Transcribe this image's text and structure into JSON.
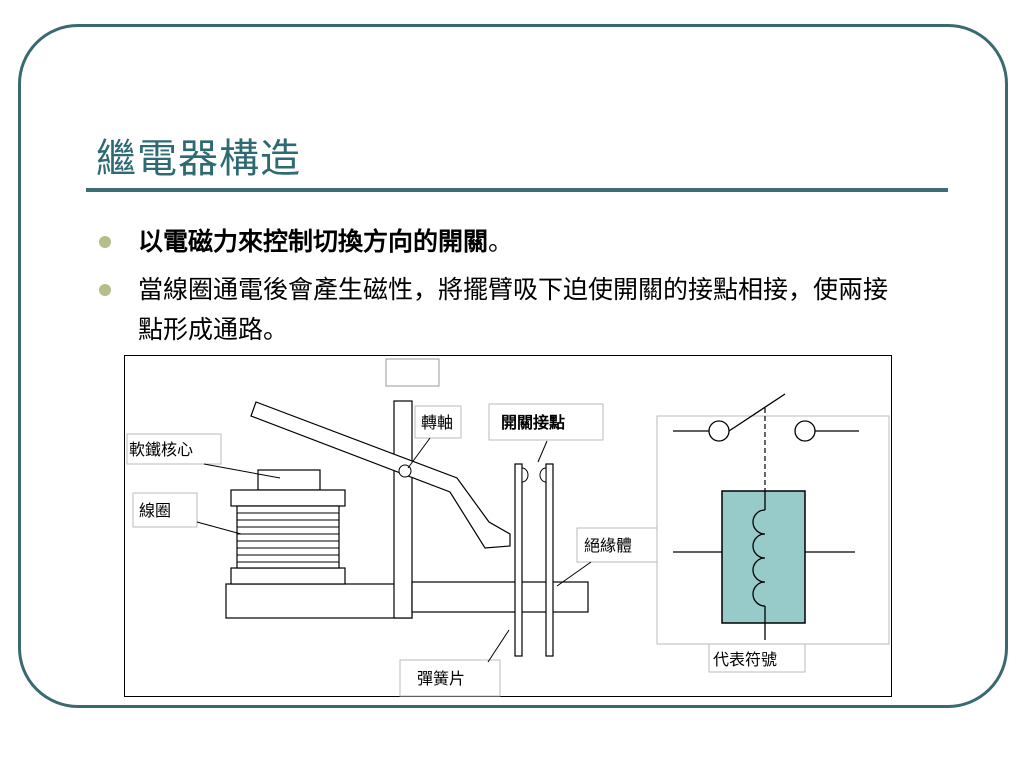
{
  "slide": {
    "title": "繼電器構造",
    "bullets": [
      {
        "text": "以電磁力來控制切換方向的開關",
        "suffix": "。"
      },
      {
        "text": "當線圈通電後會產生磁性，將擺臂吸下迫使開關的接點相接，使兩接點形成通路。",
        "suffix": ""
      }
    ]
  },
  "diagram": {
    "labels": {
      "core": "軟鐵核心",
      "coil": "線圈",
      "pivot": "轉軸",
      "contacts": "開關接點",
      "insulator": "絕緣體",
      "spring": "彈簧片",
      "symbol": "代表符號"
    }
  }
}
